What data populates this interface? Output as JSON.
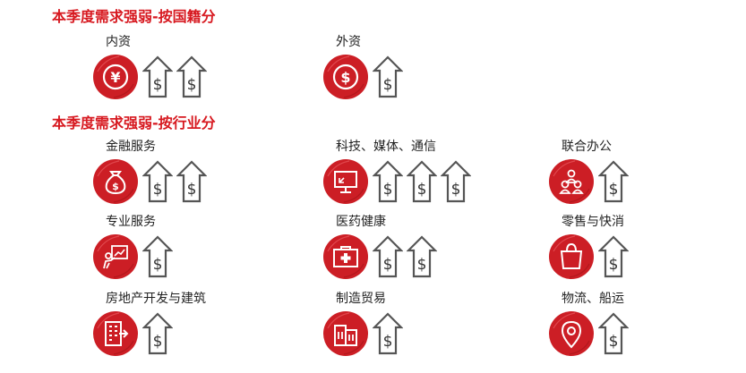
{
  "colors": {
    "accent": "#d71920",
    "badge": "#cc1e25",
    "arrow_stroke": "#555555"
  },
  "sections": [
    {
      "title": "本季度需求强弱-按国籍分",
      "groups": [
        {
          "label": "内资",
          "icon": "yen-coin-icon",
          "arrows": 2
        },
        {
          "label": "外资",
          "icon": "dollar-coin-icon",
          "arrows": 1
        }
      ]
    },
    {
      "title": "本季度需求强弱-按行业分",
      "groups": [
        {
          "label": "金融服务",
          "icon": "money-bag-icon",
          "arrows": 2
        },
        {
          "label": "科技、媒体、通信",
          "icon": "monitor-icon",
          "arrows": 3
        },
        {
          "label": "联合办公",
          "icon": "people-icon",
          "arrows": 1
        },
        {
          "label": "专业服务",
          "icon": "presentation-icon",
          "arrows": 1
        },
        {
          "label": "医药健康",
          "icon": "medical-kit-icon",
          "arrows": 2
        },
        {
          "label": "零售与快消",
          "icon": "shopping-bag-icon",
          "arrows": 1
        },
        {
          "label": "房地产开发与建筑",
          "icon": "building-icon",
          "arrows": 1
        },
        {
          "label": "制造贸易",
          "icon": "factory-icon",
          "arrows": 1
        },
        {
          "label": "物流、船运",
          "icon": "location-pin-icon",
          "arrows": 1
        }
      ]
    }
  ]
}
